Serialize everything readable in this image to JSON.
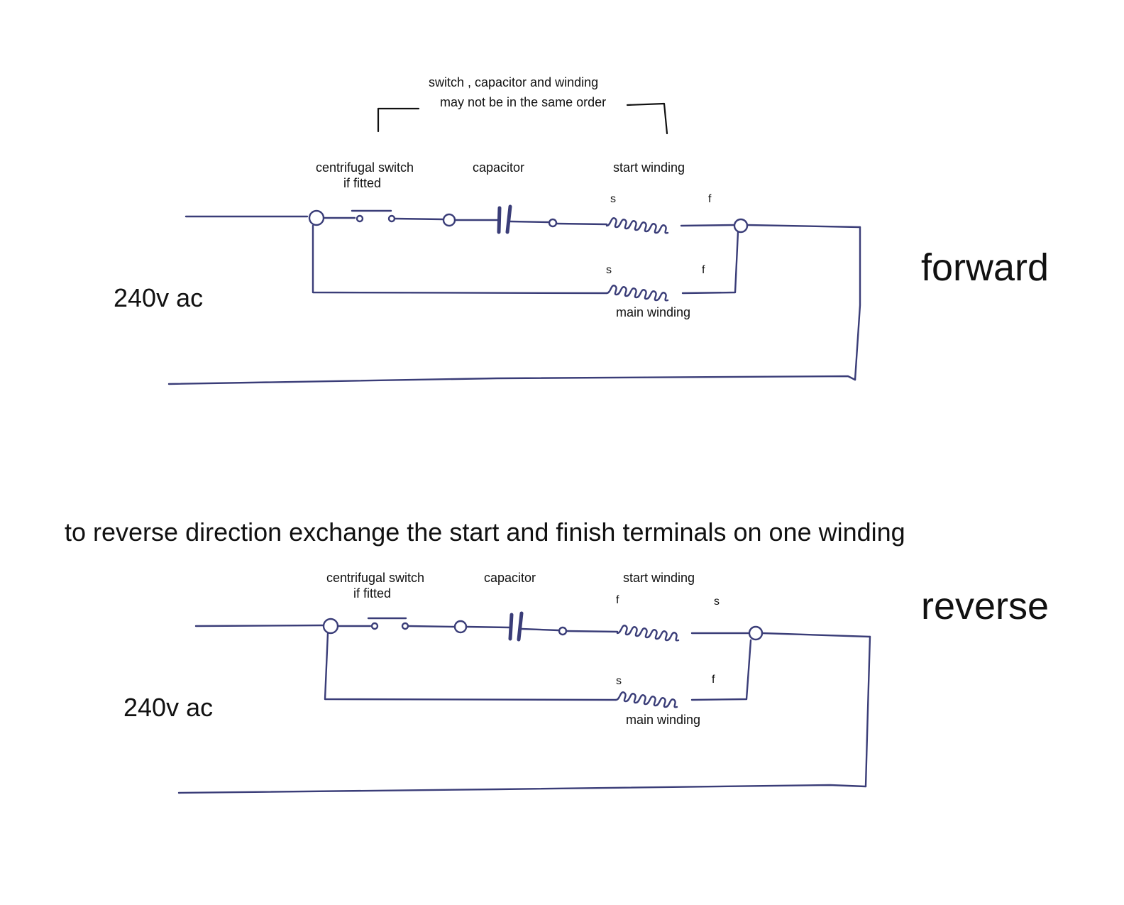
{
  "note": {
    "line1": "switch , capacitor and winding",
    "line2": "may not be in the same order"
  },
  "instruction": "to reverse direction exchange  the start and finish terminals on one winding",
  "forward": {
    "title": "forward",
    "supply": "240v ac",
    "switch_label_1": "centrifugal switch",
    "switch_label_2": "if fitted",
    "capacitor_label": "capacitor",
    "start_winding_label": "start winding",
    "start_left_terminal": "s",
    "start_right_terminal": "f",
    "main_left_terminal": "s",
    "main_right_terminal": "f",
    "main_winding_label": "main winding"
  },
  "reverse": {
    "title": "reverse",
    "supply": "240v ac",
    "switch_label_1": "centrifugal switch",
    "switch_label_2": "if fitted",
    "capacitor_label": "capacitor",
    "start_winding_label": "start winding",
    "start_left_terminal": "f",
    "start_right_terminal": "s",
    "main_left_terminal": "s",
    "main_right_terminal": "f",
    "main_winding_label": "main winding"
  },
  "colors": {
    "wire": "#3a3d78",
    "text": "#111111"
  }
}
